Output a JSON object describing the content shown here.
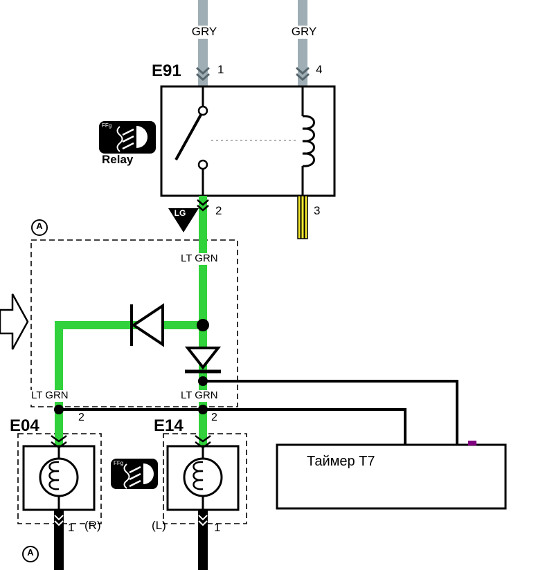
{
  "colors": {
    "wire_green": "#31d23b",
    "wire_gray": "#9faeb5",
    "wire_yellow": "#f2e72e",
    "mark_purple": "#800080"
  },
  "top": {
    "gry_left": "GRY",
    "gry_right": "GRY"
  },
  "relay": {
    "id": "E91",
    "name": "Relay",
    "pin1": "1",
    "pin4": "4",
    "pin2": "2",
    "pin3": "3",
    "icon_tag": "FFg"
  },
  "tags": {
    "lg": "LG",
    "lt_grn_main": "LT GRN",
    "lt_grn_left": "LT GRN",
    "lt_grn_mid": "LT GRN",
    "conn_a_top": "A",
    "conn_a_bottom": "A"
  },
  "lamp_left": {
    "id": "E04",
    "pin_top": "2",
    "pin_bottom": "1",
    "side": "(R)"
  },
  "lamp_right": {
    "id": "E14",
    "pin_top": "2",
    "pin_bottom": "1",
    "side": "(L)"
  },
  "fog_icon_tag": "FFg",
  "timer": {
    "label": "Таймер Т7"
  }
}
